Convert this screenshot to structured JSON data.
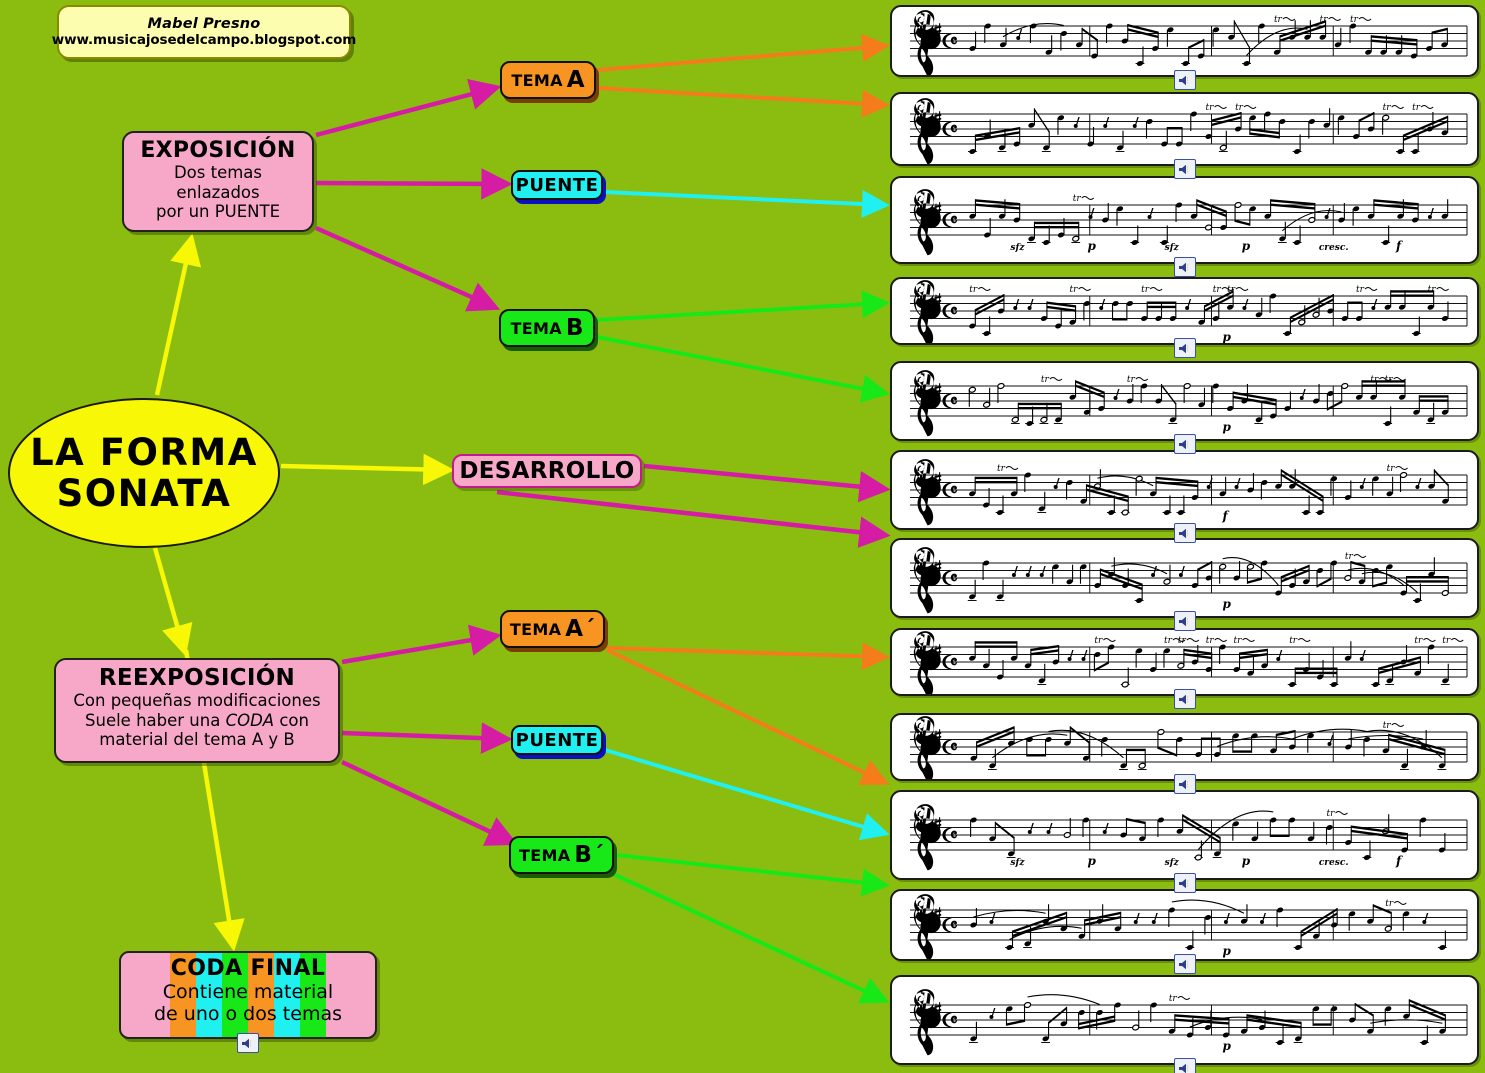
{
  "background_color": "#8bbd10",
  "credit": {
    "author": "Mabel Presno",
    "website": "www.musicajosedelcampo.blogspot.com"
  },
  "center": {
    "line1": "LA FORMA",
    "line2": "SONATA"
  },
  "sections": {
    "exposicion": {
      "title": "EXPOSICIÓN",
      "sub_line1": "Dos temas",
      "sub_line2": "enlazados",
      "sub_line3": "por un PUENTE"
    },
    "reexposicion": {
      "title": "REEXPOSICIÓN",
      "sub_line1": "Con pequeñas modificaciones",
      "sub_line2_a": "Suele haber una ",
      "sub_line2_em": "CODA",
      "sub_line2_b": " con",
      "sub_line3": "material del tema A y B"
    },
    "coda": {
      "title": "CODA FINAL",
      "sub_line1": "Contiene material",
      "sub_line2": "de uno o dos temas",
      "stripe_colors": [
        "#f79422",
        "#21f0f0",
        "#18e818",
        "#f79422",
        "#21f0f0",
        "#18e818"
      ]
    },
    "desarrollo": {
      "label": "DESARROLLO"
    }
  },
  "chips": {
    "tema_a": {
      "small": "TEMA",
      "big": "A",
      "prime": "",
      "color": "#f79422"
    },
    "puente_1": {
      "small": "PUENTE",
      "color": "#21f0f0"
    },
    "tema_b": {
      "small": "TEMA",
      "big": "B",
      "prime": "",
      "color": "#18e818"
    },
    "tema_a_p": {
      "small": "TEMA",
      "big": "A",
      "prime": "´",
      "color": "#f79422"
    },
    "puente_2": {
      "small": "PUENTE",
      "color": "#21f0f0"
    },
    "tema_b_p": {
      "small": "TEMA",
      "big": "B",
      "prime": "´",
      "color": "#18e818"
    }
  },
  "arrow_colors": {
    "yellow": "#f7f706",
    "magenta": "#d61ba5",
    "orange": "#f57c1a",
    "cyan": "#21f0f0",
    "green": "#18e818"
  },
  "scores": [
    {
      "id": "score-1",
      "theme": "TEMA A",
      "clef": "treble",
      "key_signature": "1 sharp",
      "time_signature": "C",
      "dynamics": []
    },
    {
      "id": "score-2",
      "theme": "TEMA A",
      "clef": "treble",
      "key_signature": "1 sharp",
      "time_signature": "C",
      "dynamics": []
    },
    {
      "id": "score-3",
      "theme": "PUENTE",
      "clef": "treble",
      "key_signature": "1 sharp",
      "time_signature": "C",
      "dynamics": [
        "sfz",
        "p",
        "sfz",
        "p",
        "cresc.",
        "f"
      ]
    },
    {
      "id": "score-4",
      "theme": "TEMA B",
      "clef": "treble",
      "key_signature": "1 sharp",
      "time_signature": "C",
      "dynamics": [
        "p"
      ]
    },
    {
      "id": "score-5",
      "theme": "TEMA B",
      "clef": "treble",
      "key_signature": "1 sharp",
      "time_signature": "C",
      "dynamics": [
        "p"
      ]
    },
    {
      "id": "score-6",
      "theme": "DESARROLLO",
      "clef": "treble",
      "key_signature": "1 sharp",
      "time_signature": "C",
      "dynamics": [
        "f"
      ]
    },
    {
      "id": "score-7",
      "theme": "DESARROLLO",
      "clef": "treble",
      "key_signature": "1 sharp",
      "time_signature": "C",
      "dynamics": [
        "p"
      ]
    },
    {
      "id": "score-8",
      "theme": "TEMA A´",
      "clef": "treble",
      "key_signature": "1 sharp",
      "time_signature": "C",
      "dynamics": []
    },
    {
      "id": "score-9",
      "theme": "TEMA A´",
      "clef": "treble",
      "key_signature": "1 sharp",
      "time_signature": "C",
      "dynamics": []
    },
    {
      "id": "score-10",
      "theme": "PUENTE",
      "clef": "treble",
      "key_signature": "1 sharp",
      "time_signature": "C",
      "dynamics": [
        "sfz",
        "p",
        "sfz",
        "p",
        "cresc.",
        "f"
      ]
    },
    {
      "id": "score-11",
      "theme": "TEMA B´",
      "clef": "treble",
      "key_signature": "1 sharp",
      "time_signature": "C",
      "dynamics": [
        "p"
      ]
    },
    {
      "id": "score-12",
      "theme": "TEMA B´",
      "clef": "treble",
      "key_signature": "1 sharp",
      "time_signature": "C",
      "dynamics": [
        "p"
      ]
    }
  ],
  "icons": {
    "speaker": "speaker-icon"
  }
}
